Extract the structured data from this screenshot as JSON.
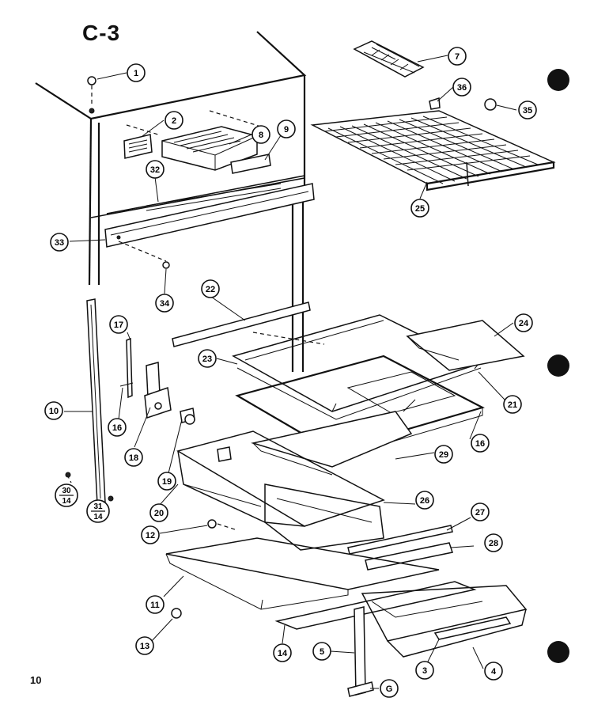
{
  "title": "C-3",
  "page_number": "10",
  "callouts": [
    {
      "label": "1"
    },
    {
      "label": "2"
    },
    {
      "label": "7"
    },
    {
      "label": "36"
    },
    {
      "label": "35"
    },
    {
      "label": "8"
    },
    {
      "label": "9"
    },
    {
      "label": "32"
    },
    {
      "label": "25"
    },
    {
      "label": "33"
    },
    {
      "label": "34"
    },
    {
      "label": "22"
    },
    {
      "label": "24"
    },
    {
      "label": "17"
    },
    {
      "label": "23"
    },
    {
      "label": "21"
    },
    {
      "label": "10"
    },
    {
      "label": "16"
    },
    {
      "label": "16"
    },
    {
      "label": "18"
    },
    {
      "label": "29"
    },
    {
      "label": "19"
    },
    {
      "label": "20"
    },
    {
      "label": "26"
    },
    {
      "label": "27"
    },
    {
      "label": "12"
    },
    {
      "label": "28"
    },
    {
      "label": "11"
    },
    {
      "label": "13"
    },
    {
      "label": "14"
    },
    {
      "label": "5"
    },
    {
      "label": "3"
    },
    {
      "label": "4"
    },
    {
      "label": "G"
    }
  ],
  "fractions": [
    {
      "top": "30",
      "bottom": "14"
    },
    {
      "top": "31",
      "bottom": "14"
    }
  ]
}
